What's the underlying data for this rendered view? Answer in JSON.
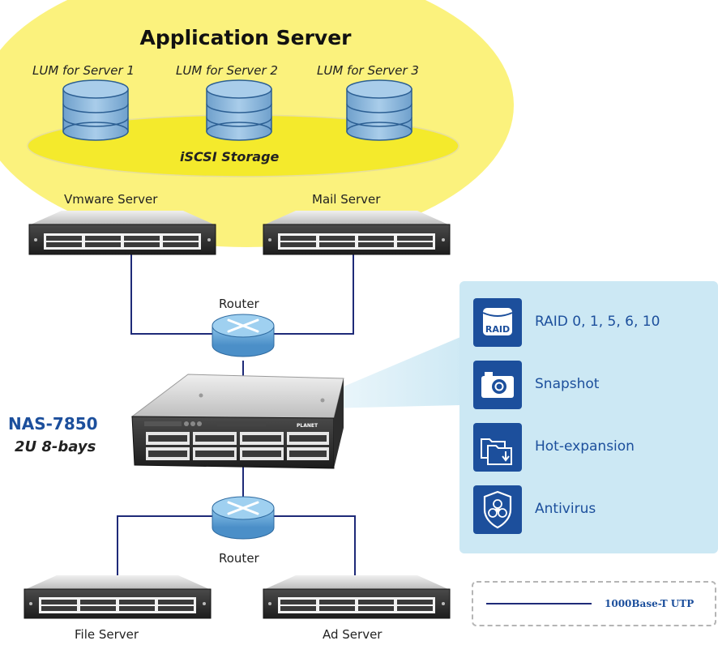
{
  "diagram": {
    "title": "Application Server",
    "lum_labels": [
      "LUM for Server 1",
      "LUM for Server 2",
      "LUM for Server 3"
    ],
    "storage_label": "iSCSI Storage",
    "servers_top": [
      "Vmware Server",
      "Mail Server"
    ],
    "routers": [
      "Router",
      "Router"
    ],
    "nas": {
      "model": "NAS-7850",
      "subtitle": "2U 8-bays",
      "brand_mark": "PLANET"
    },
    "servers_bottom": [
      "File Server",
      "Ad Server"
    ],
    "features": [
      {
        "icon": "raid-icon",
        "icon_text": "RAID",
        "label": "RAID 0, 1, 5, 6, 10"
      },
      {
        "icon": "camera-icon",
        "label": "Snapshot"
      },
      {
        "icon": "folders-icon",
        "label": "Hot-expansion"
      },
      {
        "icon": "biohazard-shield-icon",
        "label": "Antivirus"
      }
    ],
    "legend": {
      "label": "1000Base-T UTP"
    },
    "colors": {
      "ellipse": "#fbf27d",
      "inner_ellipse": "#f4ea2c",
      "accent_blue": "#1c4f9c",
      "panel_bg": "#cce8f4",
      "line": "#1e2a78",
      "router": "#6fb0de",
      "disk": "#8db9de"
    }
  }
}
